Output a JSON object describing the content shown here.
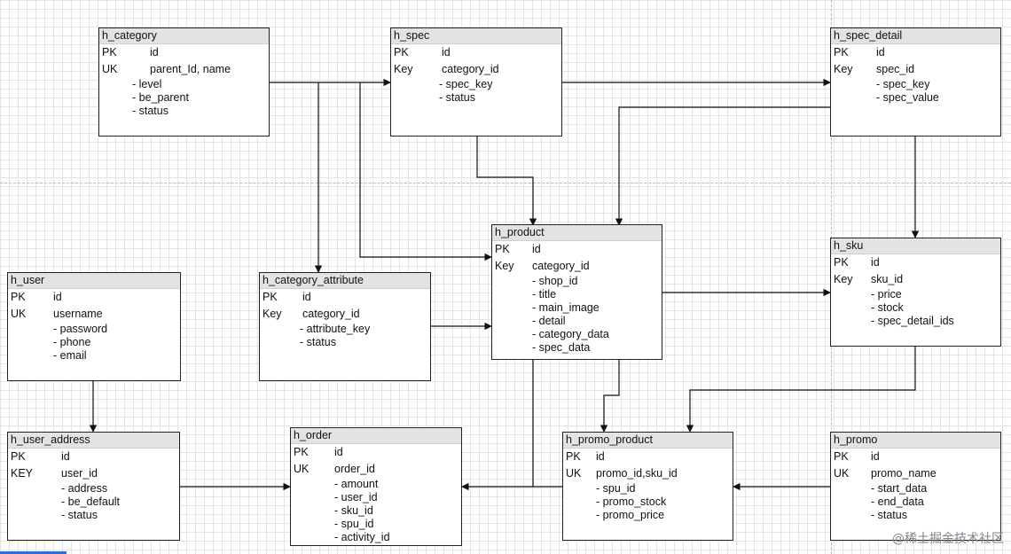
{
  "entities": [
    {
      "id": "h_category",
      "name": "h_category",
      "rows": [
        [
          "PK",
          "id"
        ],
        [
          "UK",
          "parent_Id, name"
        ]
      ],
      "fields": [
        "- level",
        "- be_parent",
        "- status"
      ]
    },
    {
      "id": "h_spec",
      "name": "h_spec",
      "rows": [
        [
          "PK",
          "id"
        ],
        [
          "Key",
          "category_id"
        ]
      ],
      "fields": [
        "- spec_key",
        "- status"
      ]
    },
    {
      "id": "h_spec_detail",
      "name": "h_spec_detail",
      "rows": [
        [
          "PK",
          "id"
        ],
        [
          "Key",
          "spec_id"
        ]
      ],
      "fields": [
        "- spec_key",
        "- spec_value"
      ]
    },
    {
      "id": "h_product",
      "name": "h_product",
      "rows": [
        [
          "PK",
          "id"
        ],
        [
          "Key",
          "category_id"
        ]
      ],
      "fields": [
        "- shop_id",
        "- title",
        "- main_image",
        "- detail",
        "- category_data",
        "- spec_data"
      ]
    },
    {
      "id": "h_sku",
      "name": "h_sku",
      "rows": [
        [
          "PK",
          "id"
        ],
        [
          "Key",
          "sku_id"
        ]
      ],
      "fields": [
        "- price",
        "- stock",
        "- spec_detail_ids"
      ]
    },
    {
      "id": "h_user",
      "name": "h_user",
      "rows": [
        [
          "PK",
          "id"
        ],
        [
          "UK",
          "username"
        ]
      ],
      "fields": [
        "- password",
        "- phone",
        "- email"
      ]
    },
    {
      "id": "h_category_attribute",
      "name": "h_category_attribute",
      "rows": [
        [
          "PK",
          "id"
        ],
        [
          "Key",
          "category_id"
        ]
      ],
      "fields": [
        "- attribute_key",
        "- status"
      ]
    },
    {
      "id": "h_user_address",
      "name": "h_user_address",
      "rows": [
        [
          "PK",
          "id"
        ],
        [
          "KEY",
          "user_id"
        ]
      ],
      "fields": [
        "- address",
        "- be_default",
        "- status"
      ]
    },
    {
      "id": "h_order",
      "name": "h_order",
      "rows": [
        [
          "PK",
          "id"
        ],
        [
          "UK",
          "order_id"
        ]
      ],
      "fields": [
        "- amount",
        "- user_id",
        "- sku_id",
        "- spu_id",
        "- activity_id"
      ]
    },
    {
      "id": "h_promo_product",
      "name": "h_promo_product",
      "rows": [
        [
          "PK",
          "id"
        ],
        [
          "UK",
          "promo_id,sku_id"
        ]
      ],
      "fields": [
        "- spu_id",
        "- promo_stock",
        "- promo_price"
      ]
    },
    {
      "id": "h_promo",
      "name": "h_promo",
      "rows": [
        [
          "PK",
          "id"
        ],
        [
          "UK",
          "promo_name"
        ]
      ],
      "fields": [
        "- start_data",
        "- end_data",
        "- status"
      ]
    }
  ],
  "watermark": "@稀土掘金技术社区"
}
